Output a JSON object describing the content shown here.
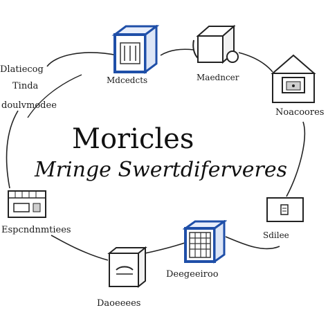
{
  "diagram": {
    "title_line1": "Moricles",
    "title_line2": "Mringe Swertdiferveres",
    "nodes": [
      {
        "id": "top-cube",
        "label": "Mdcedcts",
        "icon": "blue-cube-server-icon",
        "color": "#1f4fa8"
      },
      {
        "id": "top-right-box",
        "label": "Maedncer",
        "icon": "open-box-icon"
      },
      {
        "id": "right-house",
        "label": "Noacoores",
        "icon": "house-monitor-icon"
      },
      {
        "id": "right-lower",
        "label": "Sdilee",
        "icon": "device-panel-icon"
      },
      {
        "id": "bottom-cube",
        "label": "Deegeeiroo",
        "icon": "blue-rack-server-icon",
        "color": "#1f4fa8"
      },
      {
        "id": "bottom-left",
        "label": "Daoeeees",
        "icon": "disk-drive-icon"
      },
      {
        "id": "left-lower",
        "label": "Espcndnmtiees",
        "icon": "storage-unit-icon"
      },
      {
        "id": "left-upper",
        "lines": [
          "Dlatiecog",
          "Tinda",
          "doulvmodee"
        ]
      }
    ]
  }
}
